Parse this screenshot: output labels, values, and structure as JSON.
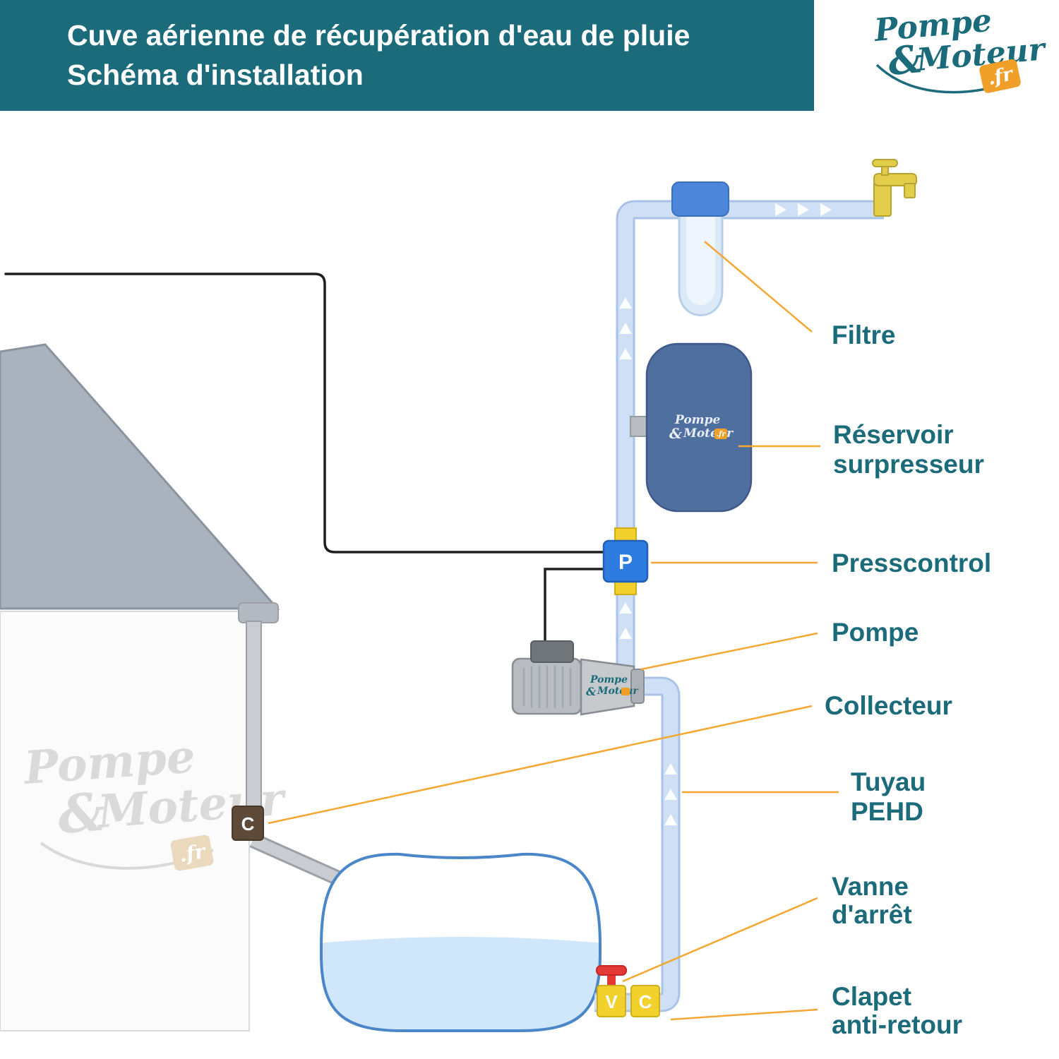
{
  "header": {
    "title_line1": "Cuve aérienne de récupération d'eau de pluie",
    "title_line2": "Schéma d'installation"
  },
  "brand": {
    "word1": "Pompe",
    "amp": "&",
    "word2": "Moteur",
    "tld": ".fr"
  },
  "labels": {
    "filtre": "Filtre",
    "reservoir_line1": "Réservoir",
    "reservoir_line2": "surpresseur",
    "presscontrol": "Presscontrol",
    "pompe": "Pompe",
    "collecteur": "Collecteur",
    "tuyau_line1": "Tuyau",
    "tuyau_line2": "PEHD",
    "vanne_line1": "Vanne",
    "vanne_line2": "d'arrêt",
    "clapet_line1": "Clapet",
    "clapet_line2": "anti-retour"
  },
  "markers": {
    "presscontrol": "P",
    "collecteur": "C",
    "vanne": "V",
    "clapet": "C"
  },
  "colors": {
    "header_teal": "#1c6b7a",
    "label_teal": "#1c6b7a",
    "leader_orange": "#f5a733",
    "brand_orange": "#f0a028",
    "pipe_fill": "#cfdff5",
    "pipe_border": "#a9c3e8",
    "tank_outline": "#4a86c8",
    "water_blue": "#cfe6fb",
    "reservoir_blue": "#4f6f9f",
    "presscontrol_blue": "#2f7ce0",
    "filter_cap_blue": "#4b86d8",
    "valve_yellow": "#f2d12d",
    "valve_red": "#e53935",
    "tap_yellow": "#e2ce4a",
    "collector_brown": "#5d4a39",
    "roof_gray": "#a9b2bd",
    "pump_gray": "#b9bdc2"
  }
}
